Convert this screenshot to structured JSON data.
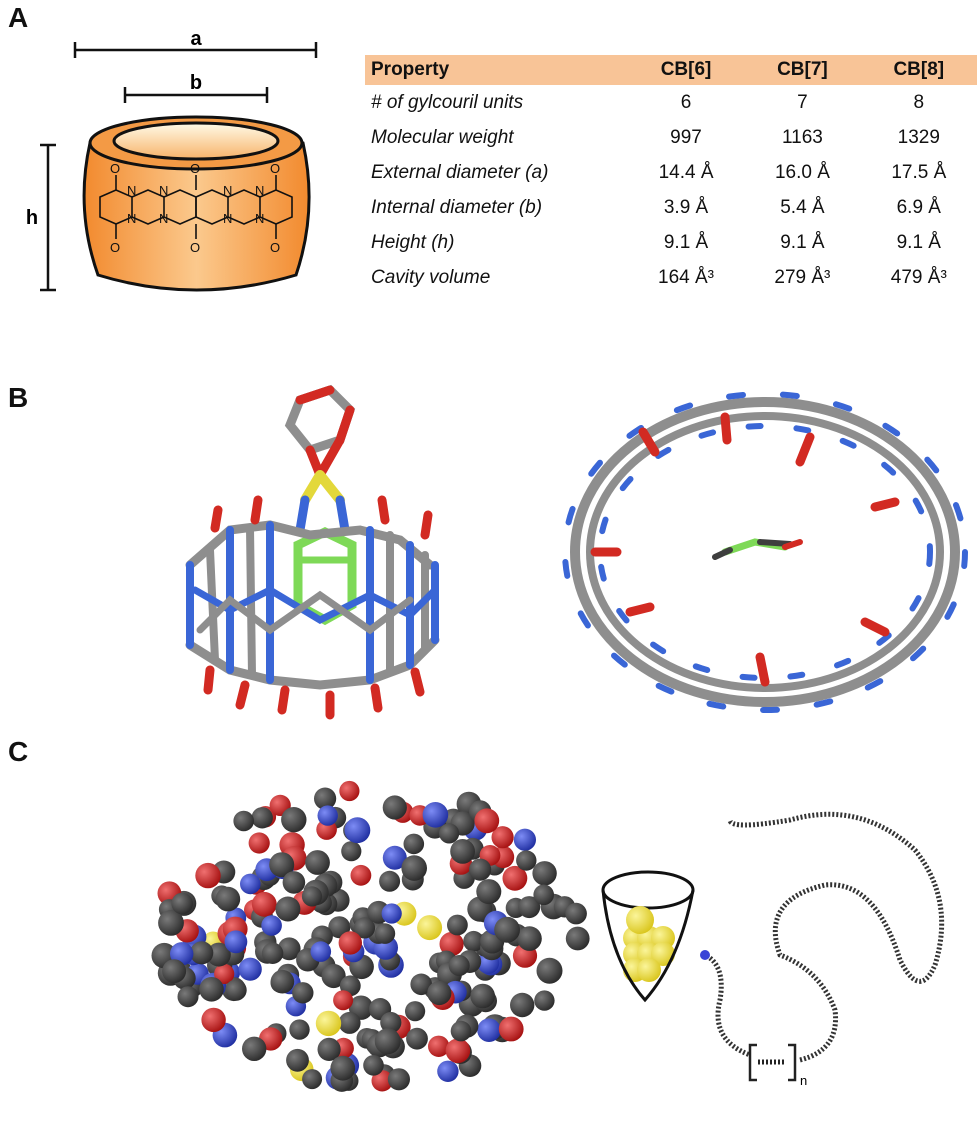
{
  "panels": {
    "a": "A",
    "b": "B",
    "c": "C"
  },
  "diagram_a": {
    "dim_a": "a",
    "dim_b": "b",
    "dim_h": "h",
    "atom_o": "O",
    "atom_n": "N"
  },
  "table": {
    "headers": [
      "Property",
      "CB[6]",
      "CB[7]",
      "CB[8]"
    ],
    "rows": [
      {
        "property": "# of gylcouril units",
        "cb6": "6",
        "cb7": "7",
        "cb8": "8"
      },
      {
        "property": "Molecular weight",
        "cb6": "997",
        "cb7": "1163",
        "cb8": "1329"
      },
      {
        "property": "External diameter (a)",
        "cb6": "14.4 Å",
        "cb7": "16.0 Å",
        "cb8": "17.5 Å"
      },
      {
        "property": "Internal diameter (b)",
        "cb6": "3.9 Å",
        "cb7": "5.4 Å",
        "cb8": "6.9 Å"
      },
      {
        "property": "Height (h)",
        "cb6": "9.1 Å",
        "cb7": "9.1 Å",
        "cb8": "9.1 Å"
      },
      {
        "property": "Cavity volume",
        "cb6": "164 Å³",
        "cb7": "279 Å³",
        "cb8": "479 Å³"
      }
    ]
  },
  "panel_c": {
    "polymer_subscript": "n"
  },
  "colors": {
    "carbon": "#8e8e8e",
    "nitrogen": "#3a66d6",
    "oxygen": "#d22a22",
    "sulfur": "#e3d83a",
    "guest_green": "#7ed957",
    "sphere_dark": "#3e3e3e",
    "barrel_orange": "#f5a85c",
    "table_header": "#f8c497"
  }
}
